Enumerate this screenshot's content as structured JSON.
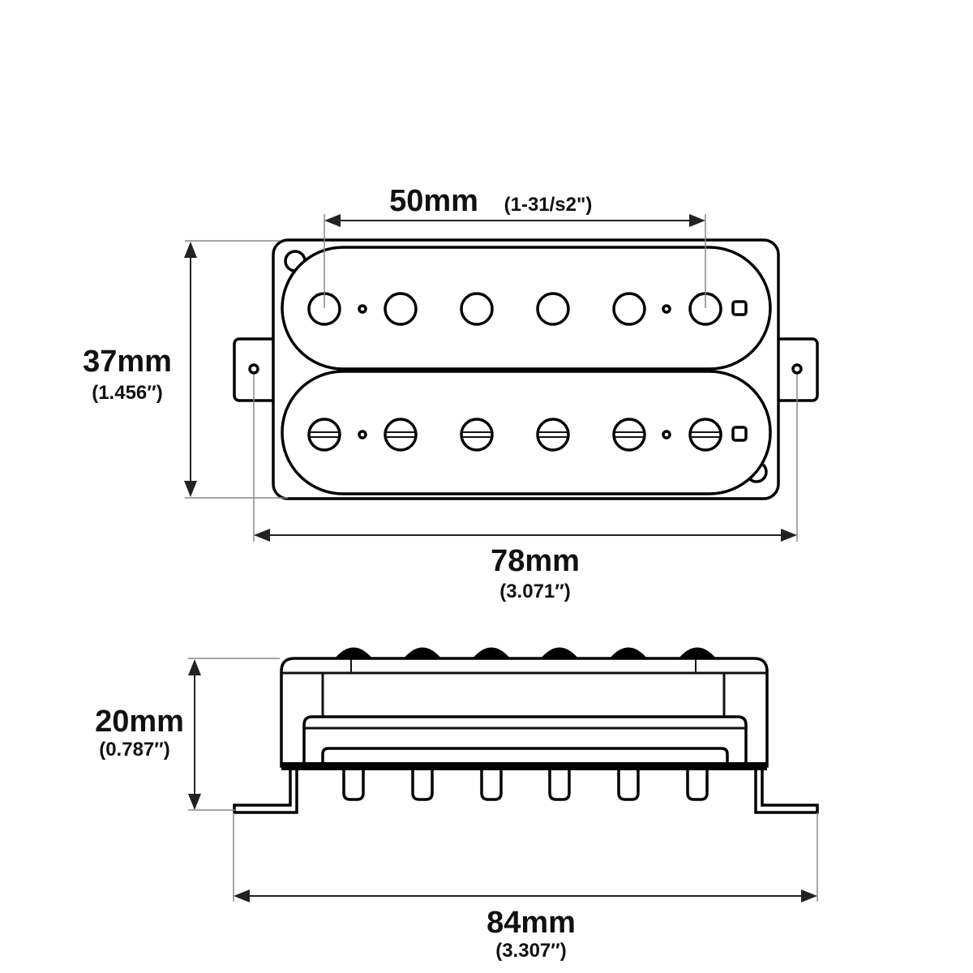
{
  "top_view": {
    "width_label": "50mm",
    "width_sub": "(1-31/s2\")",
    "height_label": "37mm",
    "height_sub": "(1.456″)",
    "length_label": "78mm",
    "length_sub": "(3.071″)"
  },
  "side_view": {
    "height_label": "20mm",
    "height_sub": "(0.787″)",
    "length_label": "84mm",
    "length_sub": "(3.307″)"
  }
}
